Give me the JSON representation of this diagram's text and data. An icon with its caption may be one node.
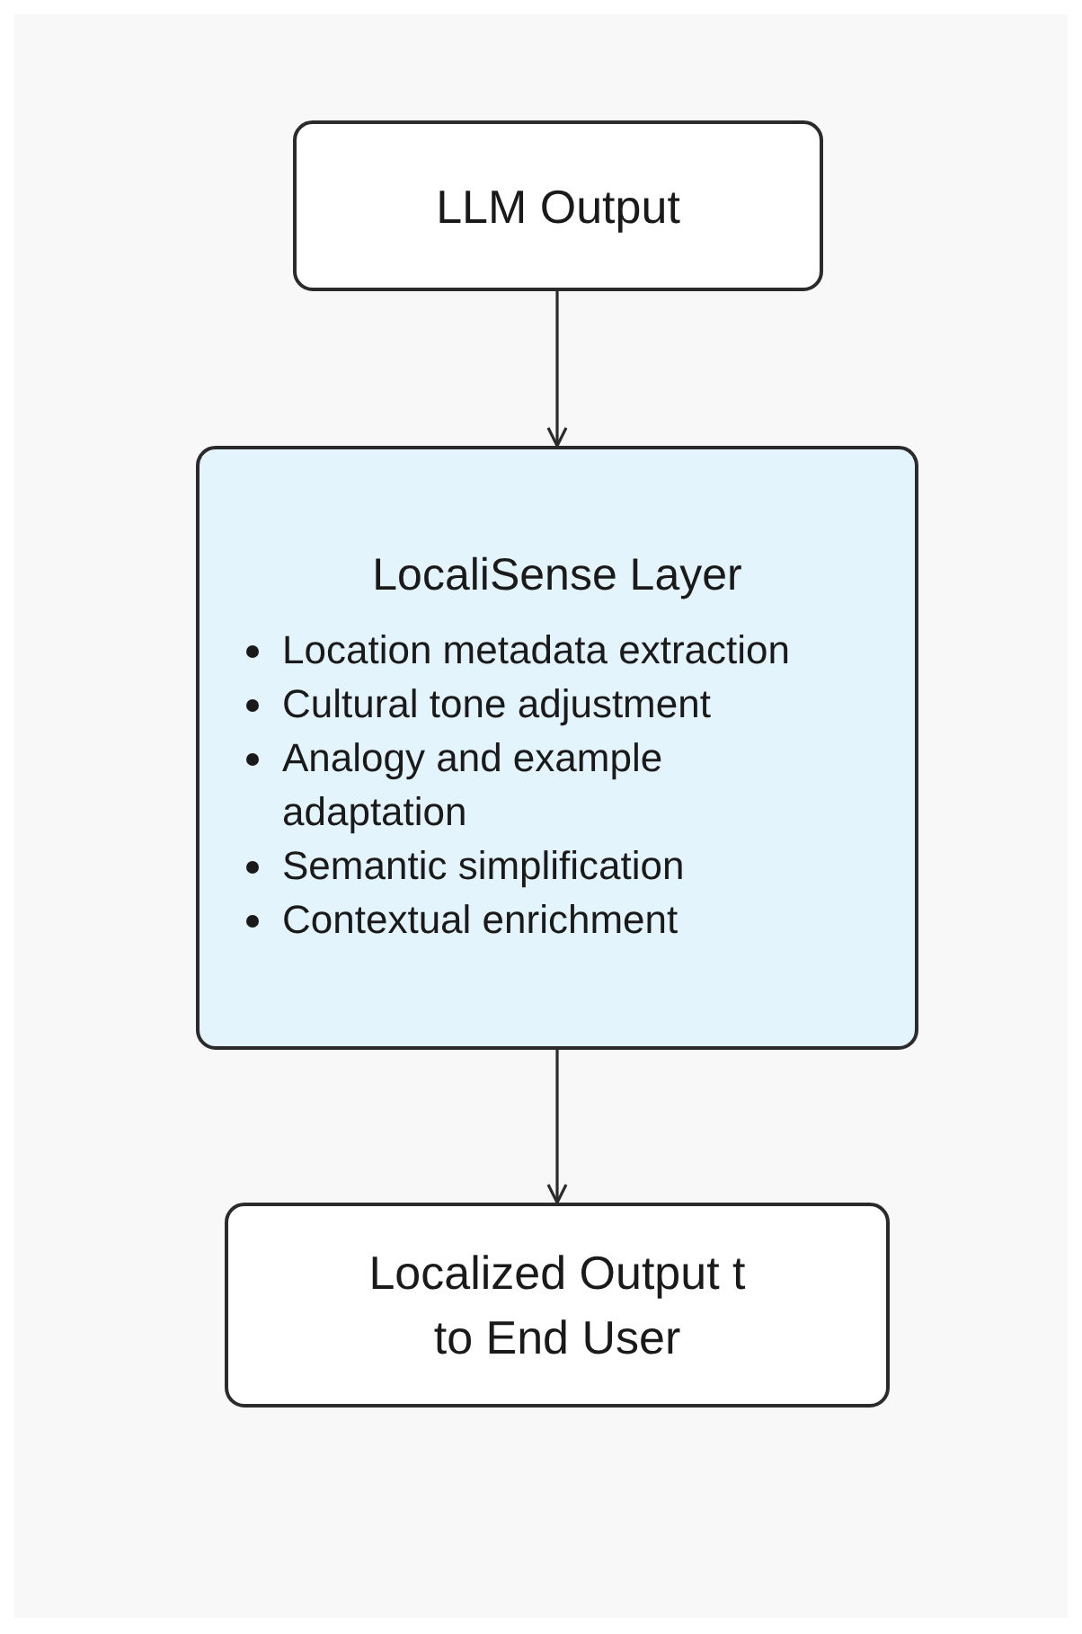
{
  "diagram": {
    "nodes": [
      {
        "text": [
          "LLM Output"
        ]
      },
      {
        "text": [
          "LocaliSense Layer",
          "Location metadata extraction",
          "Cultural tone adjustment",
          "Analogy and example adaptation",
          "Semantic simplification",
          "Contextual enrichment"
        ]
      },
      {
        "text": [
          "Localized Output t to End User"
        ]
      }
    ],
    "edges": [
      {
        "from": 0,
        "to": 1,
        "arrow": "to"
      },
      {
        "from": 1,
        "to": 2,
        "arrow": "to"
      }
    ]
  }
}
